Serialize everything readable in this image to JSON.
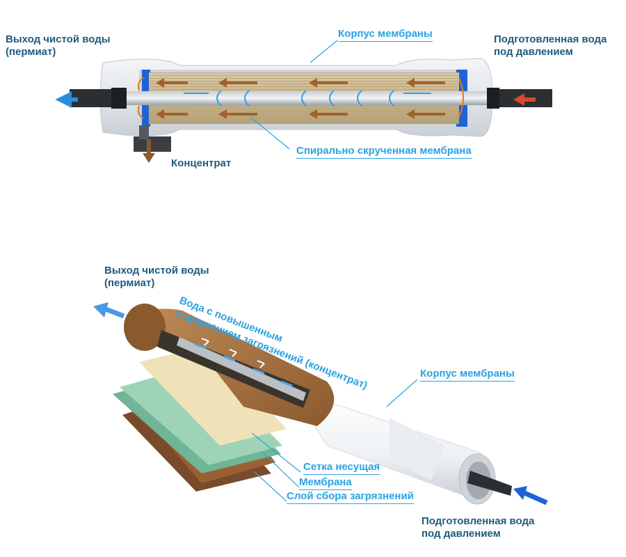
{
  "top": {
    "permeate_out": [
      "Выход чистой воды",
      "(пермиат)"
    ],
    "housing": "Корпус мембраны",
    "feed_in": [
      "Подготовленная вода",
      "под давлением"
    ],
    "concentrate": "Концентрат",
    "spiral_membrane": "Спирально скрученная мембрана"
  },
  "bottom": {
    "permeate_out": [
      "Выход чистой воды",
      "(пермиат)"
    ],
    "concentrate_water": [
      "Вода  с повышенным",
      "содержанием загрязнений (концентрат)"
    ],
    "housing": "Корпус мембраны",
    "carrier_mesh": "Сетка несущая",
    "membrane": "Мембрана",
    "dirt_layer": "Слой сбора загрязнений",
    "feed_in": [
      "Подготовленная вода",
      "под давлением"
    ]
  },
  "colors": {
    "dark_text": "#1f5a7d",
    "accent": "#2aa3e0",
    "flow_brown": "#a0622a",
    "flow_blue": "#2a8de0",
    "feed_red": "#d94a2a"
  }
}
